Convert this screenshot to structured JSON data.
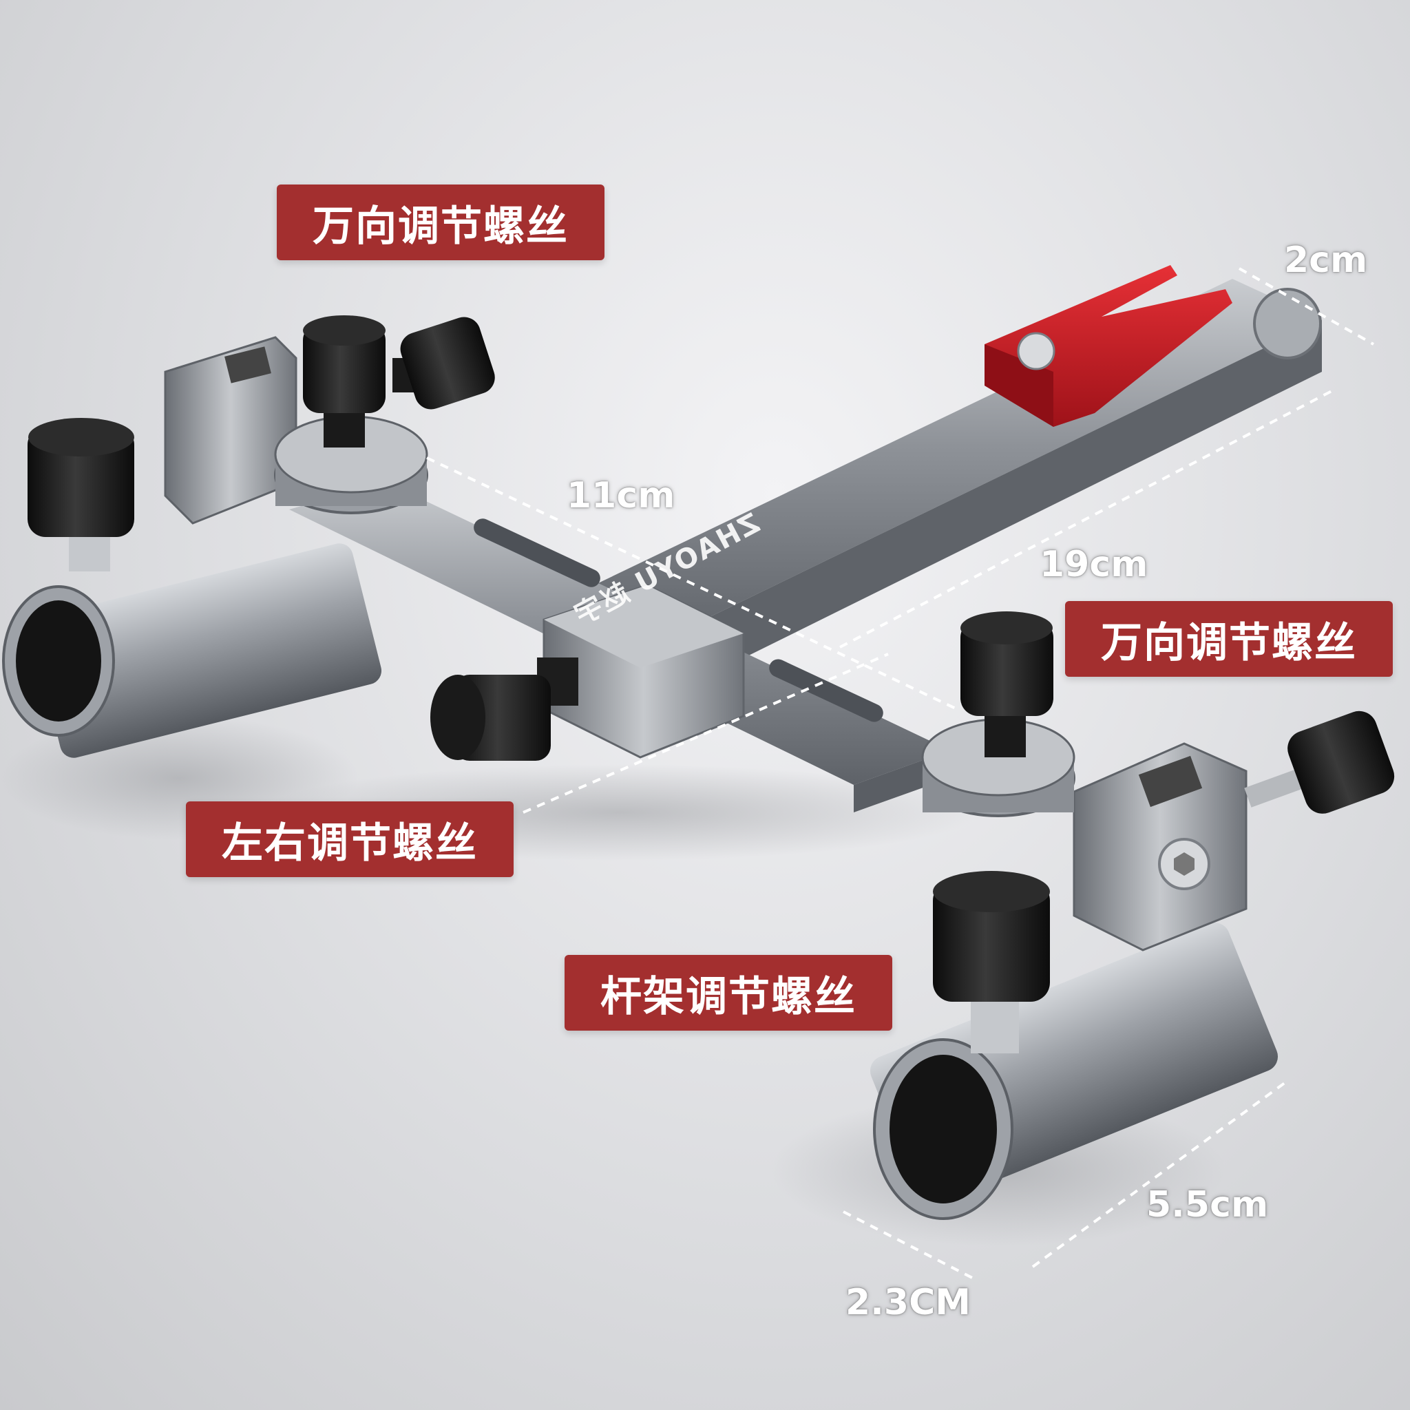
{
  "labels": {
    "universal_screw_top": "万向调节螺丝",
    "universal_screw_right": "万向调节螺丝",
    "left_right_screw": "左右调节螺丝",
    "rod_rest_screw": "杆架调节螺丝"
  },
  "dimensions": {
    "width_2cm": "2cm",
    "length_11cm": "11cm",
    "length_19cm": "19cm",
    "tube_5_5cm": "5.5cm",
    "tube_2_3cm": "2.3CM"
  },
  "brand": "ZHAOYU 赵宇",
  "colors": {
    "label_bg": "#a32f2f",
    "metal": "#8c9096",
    "accent_red": "#cc1f2a",
    "knob": "#1a1a1a"
  }
}
